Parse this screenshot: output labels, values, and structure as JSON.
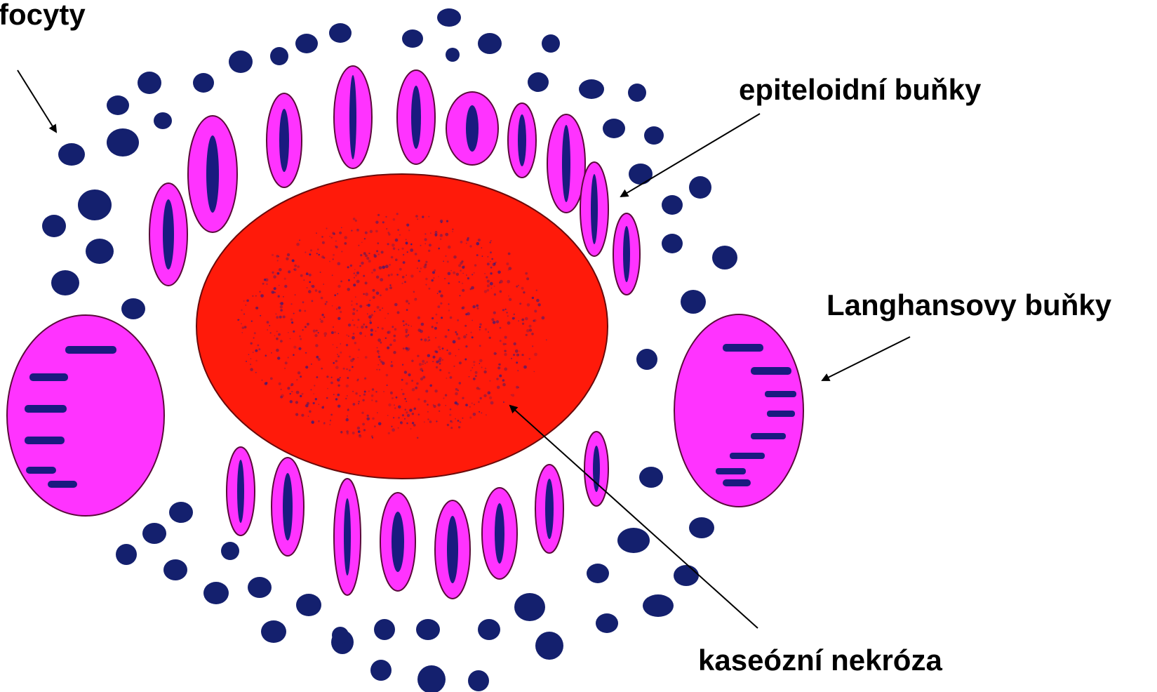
{
  "labels": {
    "lymphocytes": "focyty",
    "epithelioid": "epiteloidní buňky",
    "langhans": "Langhansovy buňky",
    "caseous": "kaseózní nekróza"
  },
  "colors": {
    "background": "#ffffff",
    "necrosis": "#ff1a0a",
    "cell_fill": "#ff33ff",
    "nucleus": "#1a1a80",
    "lymphocyte": "#14206e",
    "outline": "#5a0a3a"
  }
}
